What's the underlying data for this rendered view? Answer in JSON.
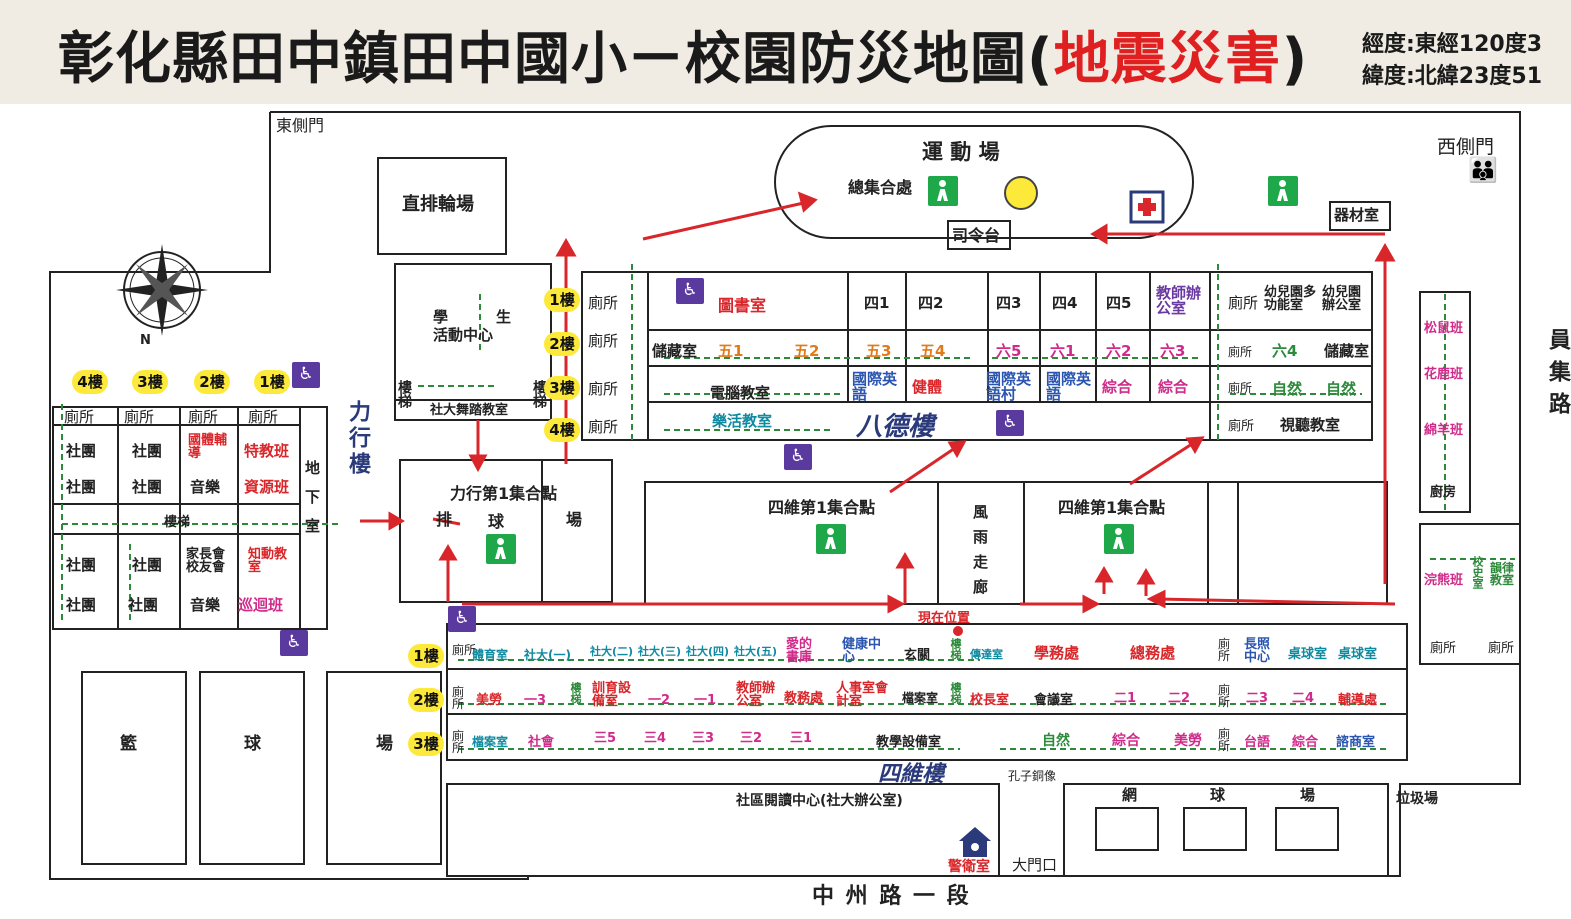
{
  "header": {
    "title_main": "彰化縣田中鎮田中國小ㄧ校園防災地圖(",
    "title_hazard": "地震災害",
    "title_close": ")",
    "longitude": "經度:東經120度3",
    "latitude": "緯度:北緯23度51"
  },
  "compass": {
    "north_label": "N"
  },
  "gates": {
    "east": "東側門",
    "west": "西側門",
    "main": "大門口"
  },
  "roads": {
    "south": "中 州 路 一 段",
    "east": [
      "員",
      "集",
      "路"
    ]
  },
  "areas": {
    "stadium": "運 動 場",
    "muster_main": "總集合處",
    "stage": "司令台",
    "volleyball": "直排輪場",
    "equipment": "器材室",
    "activity_center": [
      "學",
      "生",
      "活動中心"
    ],
    "dance_room": "社大舞踏教室",
    "stairs": "樓梯",
    "lixing_building": [
      "力",
      "行",
      "樓"
    ],
    "basement": [
      "地",
      "下",
      "室"
    ],
    "lixing_muster": "力行第1集合點",
    "volleyball_court": [
      "排",
      "球",
      "場"
    ],
    "siwei_muster_1": "四維第1集合點",
    "siwei_muster_2": "四維第1集合點",
    "corridor": [
      "風",
      "雨",
      "走",
      "廊"
    ],
    "bade_building": "八德樓",
    "siwei_building": "四維樓",
    "current_position": "現在位置",
    "confucius": "孔子銅像",
    "community_reading": "社區閱讀中心(社大辦公室)",
    "guard_room": "警衛室",
    "basketball": [
      "籃",
      "球",
      "場"
    ],
    "tennis": [
      "網",
      "球",
      "場"
    ],
    "garbage": "垃圾場",
    "kindergarten_east": [
      "松鼠班",
      "花鹿班",
      "綿羊班",
      "廚房",
      "浣熊班",
      "校史室",
      "韻律教室",
      "廁所",
      "廁所"
    ]
  },
  "floor_badges": {
    "lixing": [
      "4樓",
      "3樓",
      "2樓",
      "1樓"
    ],
    "bade": [
      "1樓",
      "2樓",
      "3樓",
      "4樓"
    ],
    "siwei": [
      "1樓",
      "2樓",
      "3樓"
    ]
  },
  "lixing_rooms": {
    "toilets": [
      "廁所",
      "廁所",
      "廁所",
      "廁所"
    ],
    "row1": [
      "社團",
      "社團",
      "國體輔導",
      "特教班"
    ],
    "row2": [
      "社團",
      "社團",
      "音樂",
      "資源班"
    ],
    "stair_mid": "樓梯",
    "row3": [
      "社團",
      "社團",
      "家長會校友會",
      "知動教室"
    ],
    "row4": [
      "社團",
      "社團",
      "音樂",
      "巡迴班"
    ]
  },
  "bade_rooms": {
    "toilet_col": [
      "廁所",
      "廁所",
      "廁所",
      "廁所"
    ],
    "library": "圖書室",
    "wc_label": "無障礙廁所",
    "storage": "儲藏室",
    "f1": [
      "四1",
      "四2",
      "四3",
      "四4",
      "四5",
      "教師辦公室"
    ],
    "f2": [
      "五1",
      "五2",
      "五3",
      "五4",
      "六5",
      "六1",
      "六2",
      "六3"
    ],
    "f3": [
      "電腦教室",
      "國際英語",
      "健體",
      "國際英語村",
      "國際英語",
      "綜合",
      "綜合"
    ],
    "f4": [
      "樂活教室"
    ],
    "east_block": {
      "f1": [
        "廁所",
        "幼兒園多功能室",
        "幼兒園辦公室"
      ],
      "f2": [
        "廁所",
        "六4",
        "儲藏室"
      ],
      "f3": [
        "廁所",
        "自然",
        "自然"
      ],
      "f4": [
        "廁所",
        "視聽教室"
      ]
    }
  },
  "siwei_rooms": {
    "f1": [
      "廁所",
      "體育室",
      "社大(一)",
      "社大(二)",
      "社大(三)",
      "社大(四)",
      "社大(五)",
      "愛的書庫",
      "健康中心",
      "玄關",
      "樓梯",
      "傳達室",
      "學務處",
      "總務處",
      "廁所",
      "長照中心",
      "桌球室",
      "桌球室"
    ],
    "f2": [
      "廁所",
      "美勞",
      "一3",
      "樓梯",
      "訓育設備室",
      "一2",
      "一1",
      "教師辦公室",
      "教務處",
      "人事室會計室",
      "檔案室",
      "樓梯",
      "校長室",
      "會議室",
      "二1",
      "二2",
      "廁所",
      "二3",
      "二4",
      "輔導處"
    ],
    "f3": [
      "廁所",
      "檔案室",
      "社會",
      "三5",
      "三4",
      "三3",
      "三2",
      "三1",
      "教學設備室",
      "自然",
      "綜合",
      "美勞",
      "廁所",
      "台語",
      "綜合",
      "諮商室"
    ]
  },
  "colors": {
    "title_red": "#e02020",
    "route_green": "#2c8a3a",
    "arrow_red": "#d8262a",
    "badge_yellow": "#fde93a",
    "muster_green": "#1fa84a",
    "wc_purple": "#5b3aa0"
  }
}
